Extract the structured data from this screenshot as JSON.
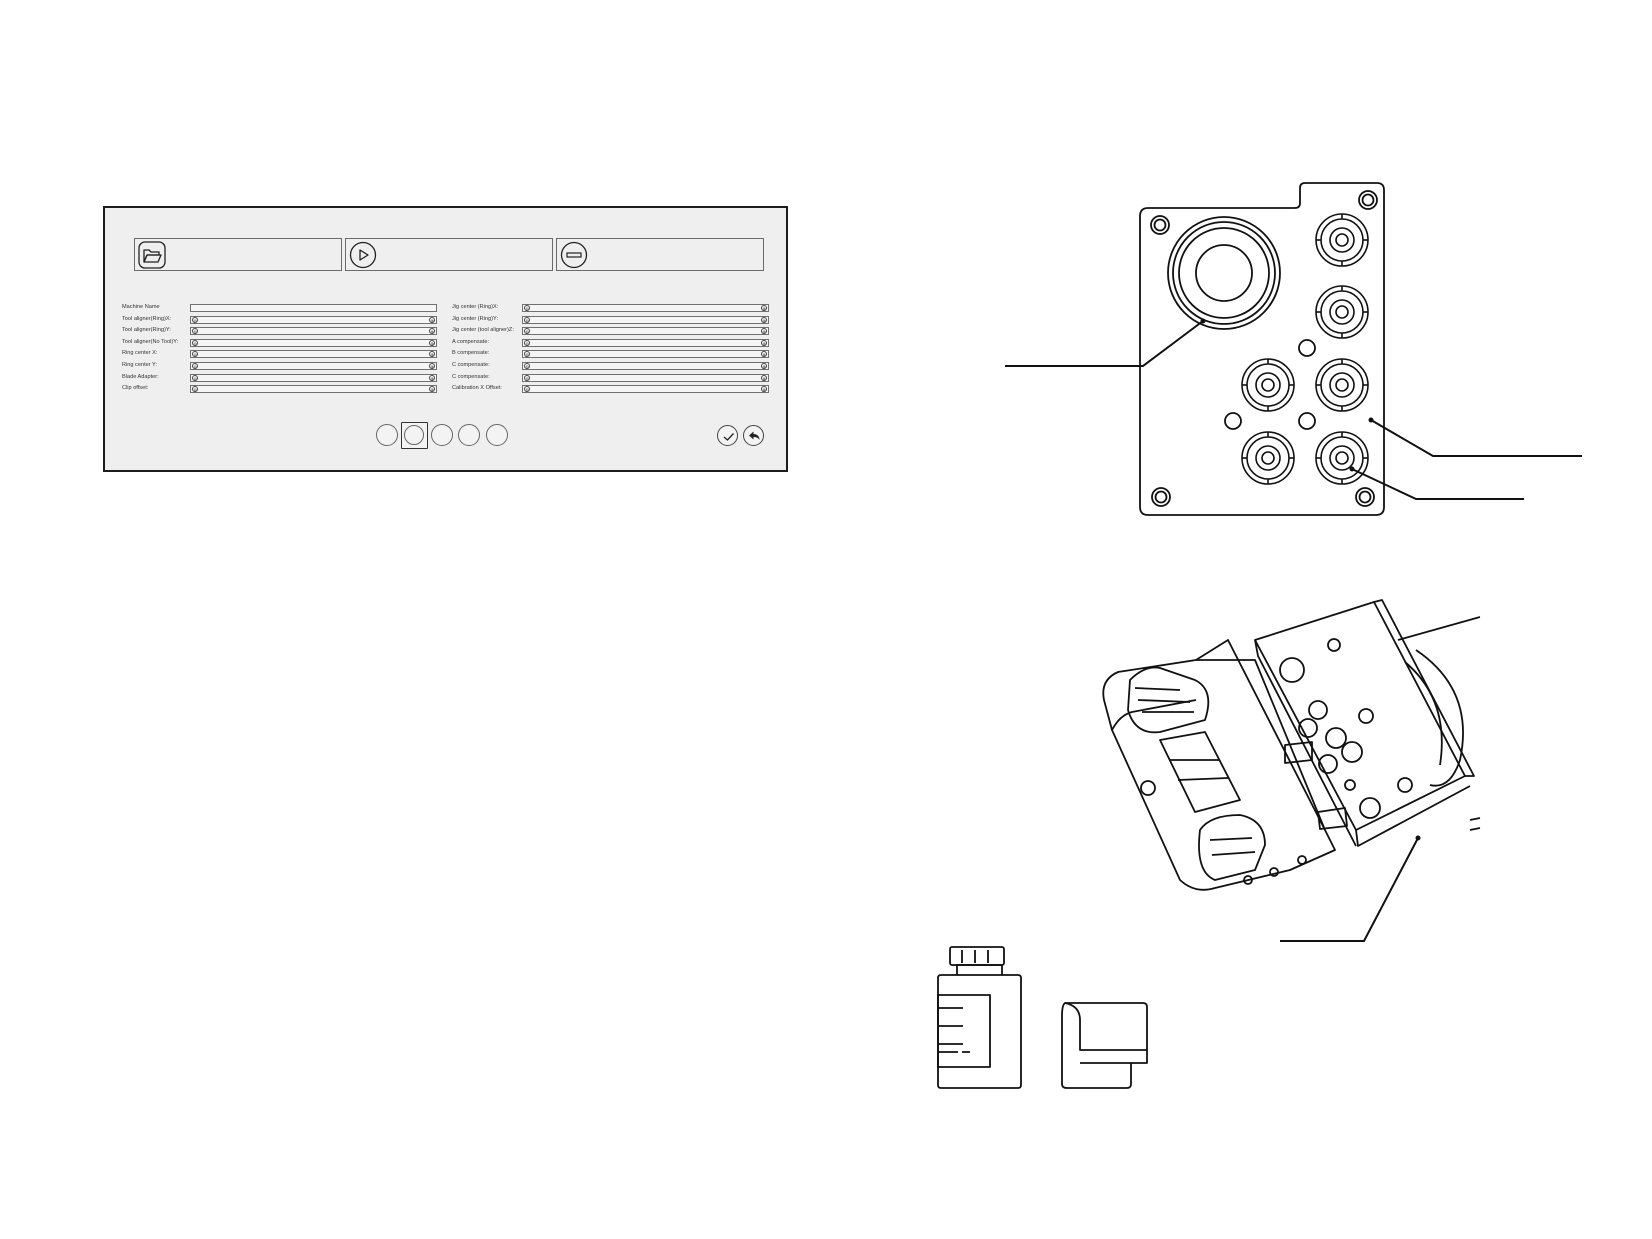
{
  "toolbar": {
    "buttons": [
      {
        "name": "open-folder-button",
        "icon": "folder-open-icon"
      },
      {
        "name": "run-button",
        "icon": "play-icon"
      },
      {
        "name": "stop-button",
        "icon": "minus-icon"
      }
    ]
  },
  "form": {
    "left": [
      {
        "label": "Machine Name",
        "kind": "text"
      },
      {
        "label": "Tool aligner(Ring)X:",
        "kind": "stepper"
      },
      {
        "label": "Tool aligner(Ring)Y:",
        "kind": "stepper"
      },
      {
        "label": "Tool aligner(No Tool)Y:",
        "kind": "stepper"
      },
      {
        "label": "Ring center X:",
        "kind": "stepper"
      },
      {
        "label": "Ring center Y:",
        "kind": "stepper"
      },
      {
        "label": "Blade Adapter:",
        "kind": "stepper"
      },
      {
        "label": "Clip offset:",
        "kind": "stepper"
      }
    ],
    "right": [
      {
        "label": "Jig center (Ring)X:",
        "kind": "stepper"
      },
      {
        "label": "Jig center (Ring)Y:",
        "kind": "stepper"
      },
      {
        "label": "Jig center (tool aligner)Z:",
        "kind": "stepper"
      },
      {
        "label": "A compensate:",
        "kind": "stepper"
      },
      {
        "label": "B compensate:",
        "kind": "stepper"
      },
      {
        "label": "C compensate:",
        "kind": "stepper"
      },
      {
        "label": "C compensate:",
        "kind": "stepper"
      },
      {
        "label": "Calibration X Offset:",
        "kind": "stepper"
      }
    ],
    "stepper_minus": "⊖",
    "stepper_plus": "⊕"
  },
  "pagination": {
    "count": 5,
    "active": 2
  },
  "actions": {
    "confirm_icon": "check-icon",
    "back_icon": "undo-arrow-icon"
  },
  "colors": {
    "panel_bg": "#efefef",
    "border": "#1c1c1c",
    "line_art": "#111111"
  }
}
